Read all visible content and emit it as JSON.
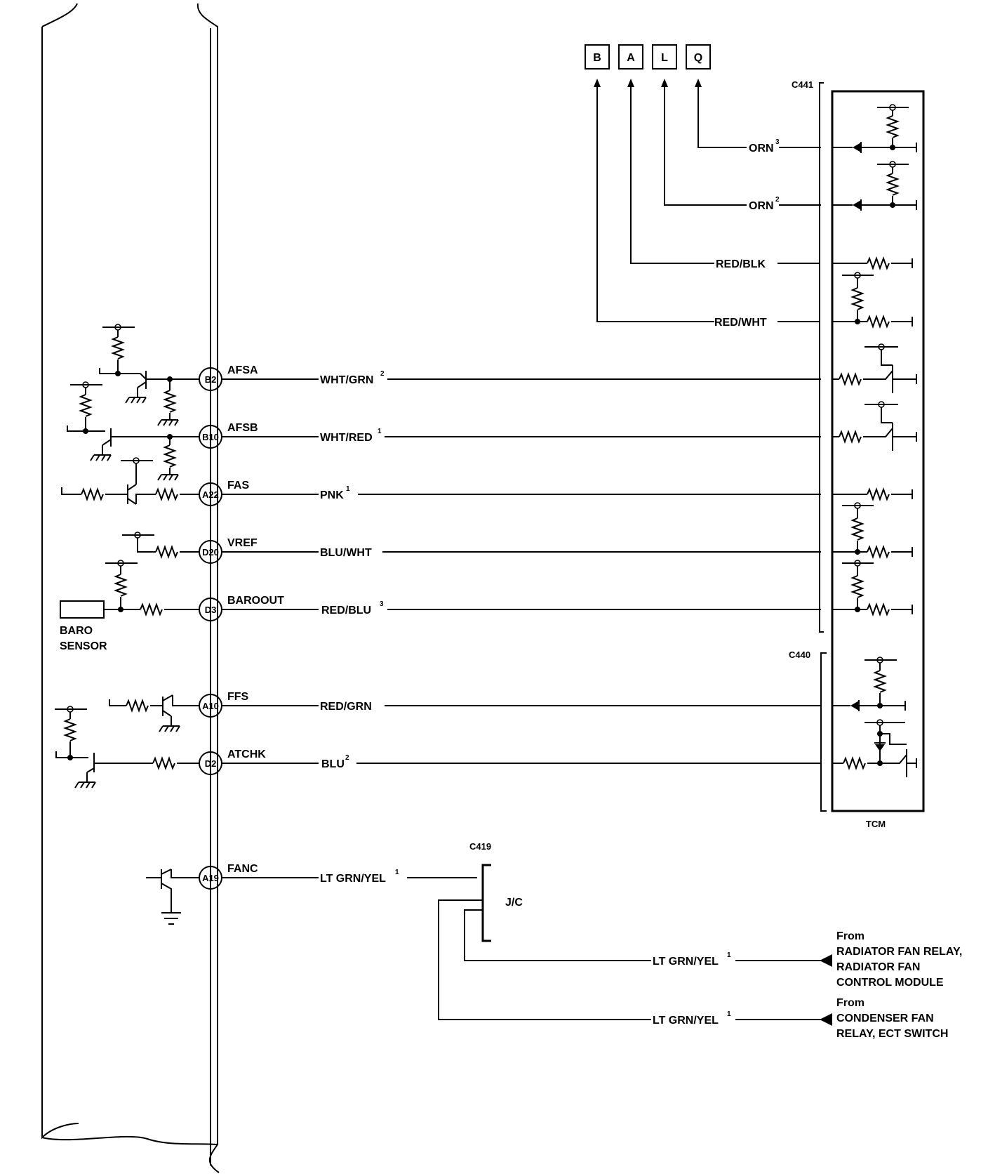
{
  "terminal_boxes": [
    "B",
    "A",
    "L",
    "Q"
  ],
  "connectors": {
    "c441": "C441",
    "c440": "C440",
    "c419": "C419"
  },
  "modules": {
    "tcm": "TCM",
    "jc": "J/C"
  },
  "baro_sensor": {
    "line1": "BARO",
    "line2": "SENSOR"
  },
  "pins": [
    {
      "id": "B2",
      "signal": "AFSA",
      "wire": "WHT/GRN",
      "sup": "2"
    },
    {
      "id": "B10",
      "signal": "AFSB",
      "wire": "WHT/RED",
      "sup": "1"
    },
    {
      "id": "A22",
      "signal": "FAS",
      "wire": "PNK",
      "sup": "1"
    },
    {
      "id": "D20",
      "signal": "VREF",
      "wire": "BLU/WHT",
      "sup": ""
    },
    {
      "id": "D3",
      "signal": "BAROOUT",
      "wire": "RED/BLU",
      "sup": "3"
    },
    {
      "id": "A10",
      "signal": "FFS",
      "wire": "RED/GRN",
      "sup": ""
    },
    {
      "id": "D2",
      "signal": "ATCHK",
      "wire": "BLU",
      "sup": "2"
    },
    {
      "id": "A19",
      "signal": "FANC",
      "wire": "LT GRN/YEL",
      "sup": "1"
    }
  ],
  "upper_wires": [
    {
      "wire": "ORN",
      "sup": "3"
    },
    {
      "wire": "ORN",
      "sup": "2"
    },
    {
      "wire": "RED/BLK",
      "sup": ""
    },
    {
      "wire": "RED/WHT",
      "sup": ""
    }
  ],
  "fan_feeds": [
    {
      "wire": "LT GRN/YEL",
      "sup": "1",
      "from": "From",
      "lines": [
        "RADIATOR FAN RELAY,",
        "RADIATOR FAN",
        "CONTROL MODULE"
      ]
    },
    {
      "wire": "LT GRN/YEL",
      "sup": "1",
      "from": "From",
      "lines": [
        "CONDENSER FAN",
        "RELAY, ECT SWITCH"
      ]
    }
  ]
}
